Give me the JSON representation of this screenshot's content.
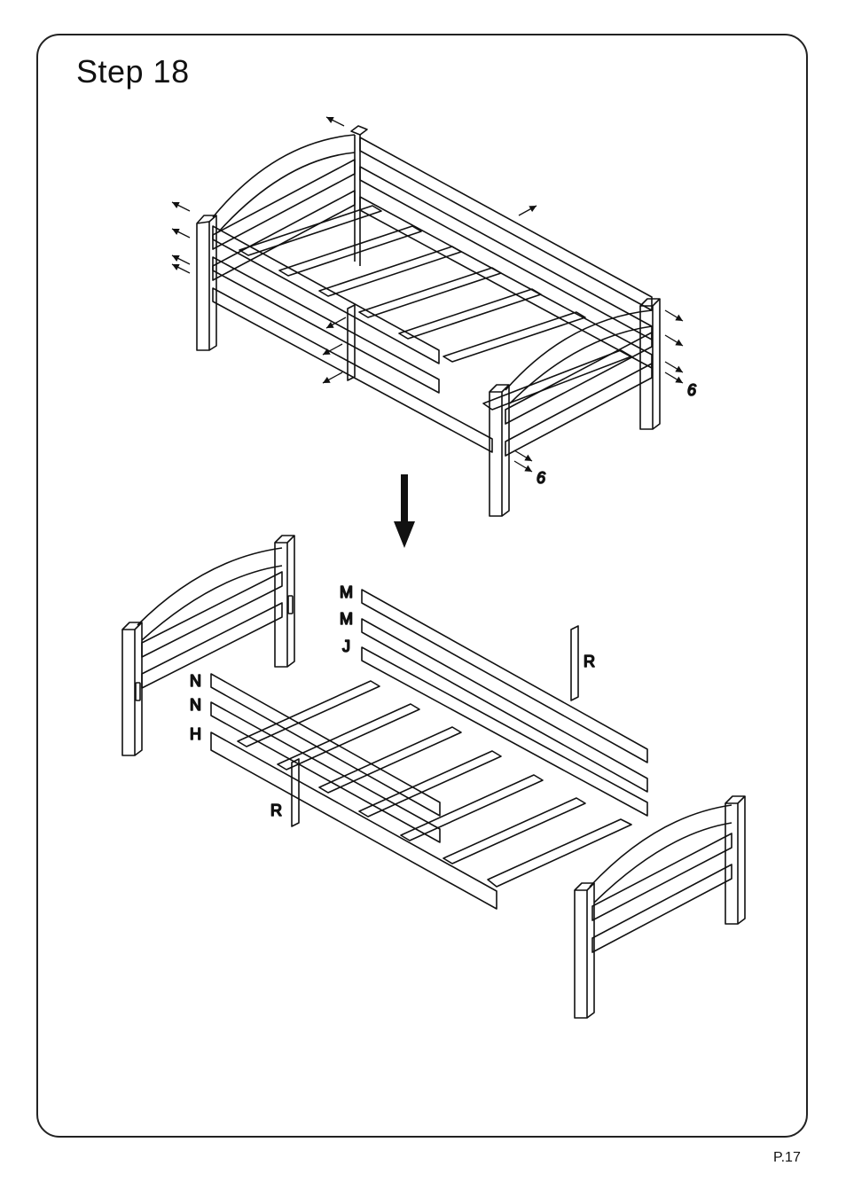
{
  "step": {
    "title": "Step  18"
  },
  "page": {
    "number": "P.17"
  },
  "parts": {
    "m1": "M",
    "m2": "M",
    "j": "J",
    "n1": "N",
    "n2": "N",
    "h": "H",
    "r_right": "R",
    "r_left": "R"
  },
  "annotations": {
    "screw_count_right": "6",
    "screw_count_front": "6"
  }
}
